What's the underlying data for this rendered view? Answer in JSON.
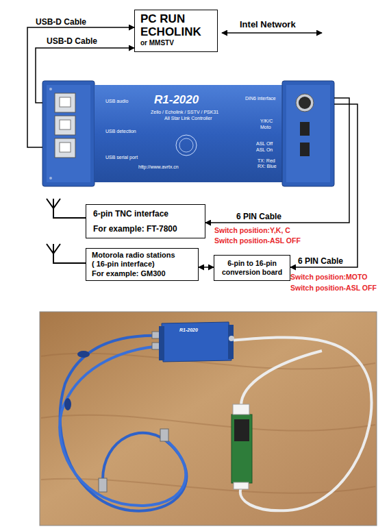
{
  "diagram": {
    "nodes": [
      {
        "text": [
          "PC RUN ECHOLINK",
          "or MMSTV"
        ]
      },
      {
        "text": [
          "R1-2020",
          "Zello / Echolink / SSTV / PSK31",
          "All Star Link Controller",
          "USB audio",
          "USB detection",
          "USB serial port",
          "DIN6 interface",
          "Y/K/C",
          "Moto",
          "ASL Off",
          "ASL On",
          "TX: Red",
          "RX: Blue",
          "http://www.avrtx.cn"
        ]
      },
      {
        "text": [
          "6-pin TNC interface",
          "For example: FT-7800"
        ]
      },
      {
        "text": [
          "Motorola radio stations ( 16-pin interface)",
          "For example: GM300"
        ]
      },
      {
        "text": [
          "6-pin to 16-pin conversion board"
        ]
      }
    ],
    "edges": [
      {
        "from": 1,
        "to": 0,
        "label": "USB-D Cable",
        "arrow": "to"
      },
      {
        "from": 1,
        "to": 0,
        "label": "USB-D Cable",
        "arrow": "to"
      },
      {
        "from": 1,
        "to": 2,
        "label": "6 PIN Cable",
        "arrow": "to"
      },
      {
        "from": 1,
        "to": 4,
        "label": "6 PIN Cable",
        "arrow": "to"
      },
      {
        "from": 4,
        "to": 3,
        "arrow": "both"
      }
    ],
    "labels": [
      "Intel Network",
      "Switch position:Y,K, C",
      "Switch position-ASL OFF",
      "Switch position:MOTO",
      "Switch position-ASL OFF",
      "R1-2020"
    ]
  }
}
